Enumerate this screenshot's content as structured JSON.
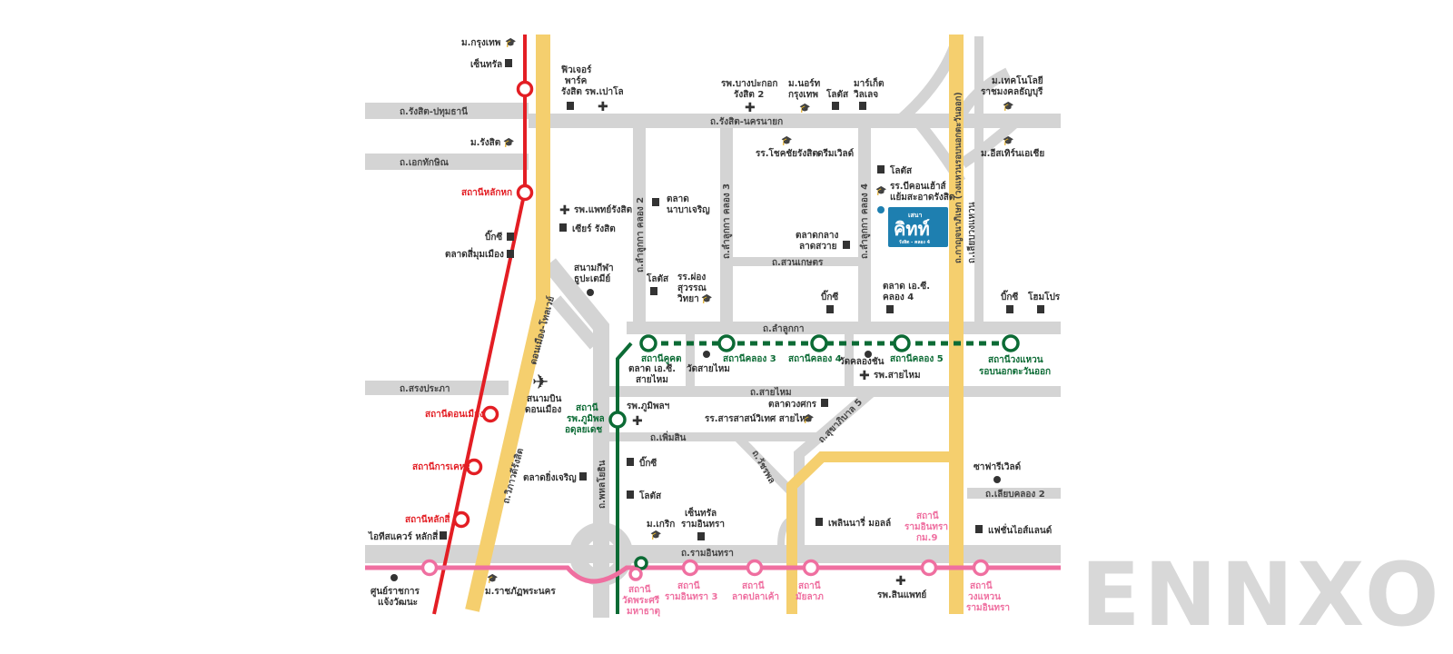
{
  "colors": {
    "road": "#d4d4d4",
    "highway": "#f5cf6e",
    "red_line": "#e31e24",
    "green_line": "#0c6b35",
    "pink_line": "#ef6fa0",
    "project": "#1e7fb0",
    "watermark": "#d8d8d8"
  },
  "watermark": "ENNXO",
  "project": {
    "small": "เสนา",
    "name": "คิทท์",
    "sub": "รังสิต - คลอง 4"
  },
  "roads": {
    "rangsit_pathum": "ถ.รังสิต-ปทุมธานี",
    "rangsit_nakhon": "ถ.รังสิต-นครนายก",
    "ekthakhin": "ถ.เอกทักษิณ",
    "lamlukka2": "ถ.ลำลูกกา คลอง 2",
    "lamlukka3": "ถ.ลำลูกกา คลอง 3",
    "lamlukka4": "ถ.ลำลูกกา คลอง 4",
    "suankaset": "ถ.สวนเกษตร",
    "lamlukka": "ถ.ลำลูกกา",
    "songprapa": "ถ.สรงประภา",
    "saimai": "ถ.สายไหม",
    "phermsin": "ถ.เพิ่มสิน",
    "sukhapiban5": "ถ.สุขาภิบาล 5",
    "watcharapol": "ถ.วัชรพล",
    "phahonyothin": "ถ.พหลโยธิน",
    "vibhavadi": "ถ.วิภาวดีรังสิต",
    "donmueang_tollway": "ดอนเมือง-โทลเวย์",
    "ramintra": "ถ.รามอินทรา",
    "liapkhlong2": "ถ.เลียบคลอง 2",
    "ring_road": "ถ.กาญจนาภิเษก (วงแหวนรอบนอกตะวันออก)",
    "liapwaen": "ถ.เลียบวงแหวน"
  },
  "red_stations": {
    "laksi": "สถานีหลักสี่",
    "kanphet": "สถานีการเคหะ",
    "donmueang": "สถานีดอนเมือง",
    "laksong": "สถานีหลักหก"
  },
  "green_stations": {
    "khukhot": "สถานีคูคต",
    "khlong3": "สถานีคลอง 3",
    "khlong4": "สถานีคลอง 4",
    "khlong5": "สถานีคลอง 5",
    "ringroad_l1": "สถานีวงแหวน",
    "ringroad_l2": "รอบนอกตะวันออก",
    "bhumibol_l1": "สถานี",
    "bhumibol_l2": "รพ.ภูมิพล",
    "bhumibol_l3": "อดุลยเดช"
  },
  "pink_stations": {
    "wat_l1": "สถานี",
    "wat_l2": "วัดพระศรี",
    "wat_l3": "มหาธาตุ",
    "r3_l1": "สถานี",
    "r3_l2": "รามอินทรา 3",
    "lat_l1": "สถานี",
    "lat_l2": "ลาดปลาเค้า",
    "mai_l1": "สถานี",
    "mai_l2": "มัยลาภ",
    "km9_l1": "สถานี",
    "km9_l2": "รามอินทรา",
    "km9_l3": "กม.9",
    "wv_l1": "สถานี",
    "wv_l2": "วงแหวน",
    "wv_l3": "รามอินทรา"
  },
  "places": {
    "bu": "ม.กรุงเทพ",
    "central_rangsit": "เซ็นทรัล",
    "future_l1": "ฟิวเจอร์",
    "future_l2": "พาร์ค",
    "future_l3": "รังสิต",
    "paolo": "รพ.เปาโล",
    "bangpakok_l1": "รพ.บางปะกอก",
    "bangpakok_l2": "รังสิต 2",
    "north_l1": "ม.นอร์ท",
    "north_l2": "กรุงเทพ",
    "lotus_top": "โลตัส",
    "market_l1": "มาร์เก็ต",
    "market_l2": "วิลเลจ",
    "rmutt_l1": "ม.เทคโนโลยี",
    "rmutt_l2": "ราชมงคลธัญบุรี",
    "rsu": "ม.รังสิต",
    "easternasia": "ม.อีสเทิร์นเอเชีย",
    "chokchai": "รร.โชคชัยรังสิต",
    "dreamworld": "ดรีมเวิลด์",
    "lotus_k4": "โลตัส",
    "beacon_l1": "รร.บีคอนเฮ้าส์",
    "beacon_l2": "แย้มสะอาดรังสิต",
    "phat_rangsit": "รพ.แพทย์รังสิต",
    "market_na_l1": "ตลาด",
    "market_na_l2": "นาบาเจริญ",
    "sear": "เซียร์ รังสิต",
    "bigc_top": "บิ๊กซี",
    "market_si": "ตลาดสี่มุมเมือง",
    "talad_lat_l1": "ตลาดกลาง",
    "talad_lat_l2": "ลาดสวาย",
    "stadium_l1": "สนามกีฬา",
    "stadium_l2": "ธูปะเตมีย์",
    "lotus_mid": "โลตัส",
    "school_l1": "รร.ผ่อง",
    "school_l2": "สุวรรณ",
    "school_l3": "วิทยา",
    "bigc_mid": "บิ๊กซี",
    "talad_k4_l1": "ตลาด เอ.ซี.",
    "talad_k4_l2": "คลอง 4",
    "bigc_right": "บิ๊กซี",
    "homepro": "โฮมโปร",
    "airport_l1": "สนามบิน",
    "airport_l2": "ดอนเมือง",
    "talad_ac_l1": "ตลาด เอ.ซี.",
    "talad_ac_l2": "สายไหม",
    "wat_saimai": "วัดสายไหม",
    "wat_khlongchan": "วัดคลองชัน",
    "rp_saimai": "รพ.สายไหม",
    "rp_bhumibol": "รพ.ภูมิพลฯ",
    "talad_duang": "ตลาดวงศกร",
    "school_sara": "รร.สารสาสน์วิเทศ สายไหม",
    "bigc_low": "บิ๊กซี",
    "talad_ying": "ตลาดยิ่งเจริญ",
    "lotus_low": "โลตัส",
    "safari": "ซาฟารีเวิลด์",
    "mkasem": "ม.เกริก",
    "central_r_l1": "เซ็นทรัล",
    "central_r_l2": "รามอินทรา",
    "fashion": "แฟชั่นไอส์แลนด์",
    "promenade": "เพลินนารี่ มอลล์",
    "it_square": "ไอทีสแควร์ หลักสี่",
    "gov_l1": "ศูนย์ราชการ",
    "gov_l2": "แจ้งวัฒนะ",
    "rajabhat": "ม.ราชภัฏพระนคร",
    "sinpat": "รพ.สินแพทย์"
  }
}
